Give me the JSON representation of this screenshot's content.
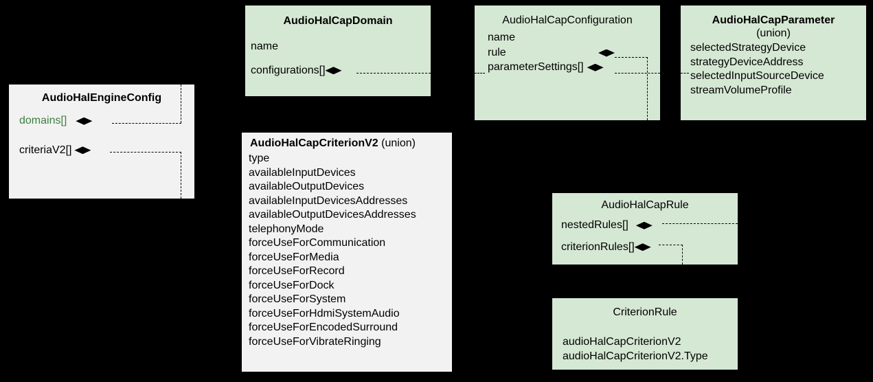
{
  "diagram": {
    "background_color": "#000000",
    "box_fill_green": "#d5e8d4",
    "box_fill_grey": "#f2f2f2",
    "connector_style": "dashed-composition"
  },
  "boxes": {
    "engine_config": {
      "title": "AudioHalEngineConfig",
      "attributes": [
        {
          "label": "domains[]",
          "color": "#3f7f3f",
          "has_diamond": true
        },
        {
          "label": "criteriaV2[]",
          "color": "#000000",
          "has_diamond": true
        }
      ]
    },
    "cap_domain": {
      "title": "AudioHalCapDomain",
      "attributes": [
        {
          "label": "name",
          "has_diamond": false
        },
        {
          "label": "configurations[]",
          "has_diamond": true
        }
      ]
    },
    "cap_configuration": {
      "title": "AudioHalCapConfiguration",
      "attributes": [
        {
          "label": "name",
          "has_diamond": false
        },
        {
          "label": "rule",
          "has_diamond": true
        },
        {
          "label": "parameterSettings[]",
          "has_diamond": true
        }
      ]
    },
    "cap_parameter": {
      "title": "AudioHalCapParameter",
      "subtitle": "(union)",
      "attributes": [
        {
          "label": "selectedStrategyDevice"
        },
        {
          "label": "strategyDeviceAddress"
        },
        {
          "label": "selectedInputSourceDevice"
        },
        {
          "label": "streamVolumeProfile"
        }
      ]
    },
    "cap_criterion_v2": {
      "title": "AudioHalCapCriterionV2",
      "title_suffix": "(union)",
      "attributes": [
        {
          "label": "type"
        },
        {
          "label": "availableInputDevices"
        },
        {
          "label": "availableOutputDevices"
        },
        {
          "label": "availableInputDevicesAddresses"
        },
        {
          "label": "availableOutputDevicesAddresses"
        },
        {
          "label": "telephonyMode"
        },
        {
          "label": "forceUseForCommunication"
        },
        {
          "label": "forceUseForMedia"
        },
        {
          "label": "forceUseForRecord"
        },
        {
          "label": "forceUseForDock"
        },
        {
          "label": "forceUseForSystem"
        },
        {
          "label": "forceUseForHdmiSystemAudio"
        },
        {
          "label": "forceUseForEncodedSurround"
        },
        {
          "label": "forceUseForVibrateRinging"
        }
      ]
    },
    "cap_rule": {
      "title": "AudioHalCapRule",
      "attributes": [
        {
          "label": "nestedRules[]",
          "has_diamond": true
        },
        {
          "label": "criterionRules[]",
          "has_diamond": true
        }
      ]
    },
    "criterion_rule": {
      "title": "CriterionRule",
      "attributes": [
        {
          "label": "audioHalCapCriterionV2"
        },
        {
          "label": "audioHalCapCriterionV2.Type"
        }
      ]
    }
  }
}
